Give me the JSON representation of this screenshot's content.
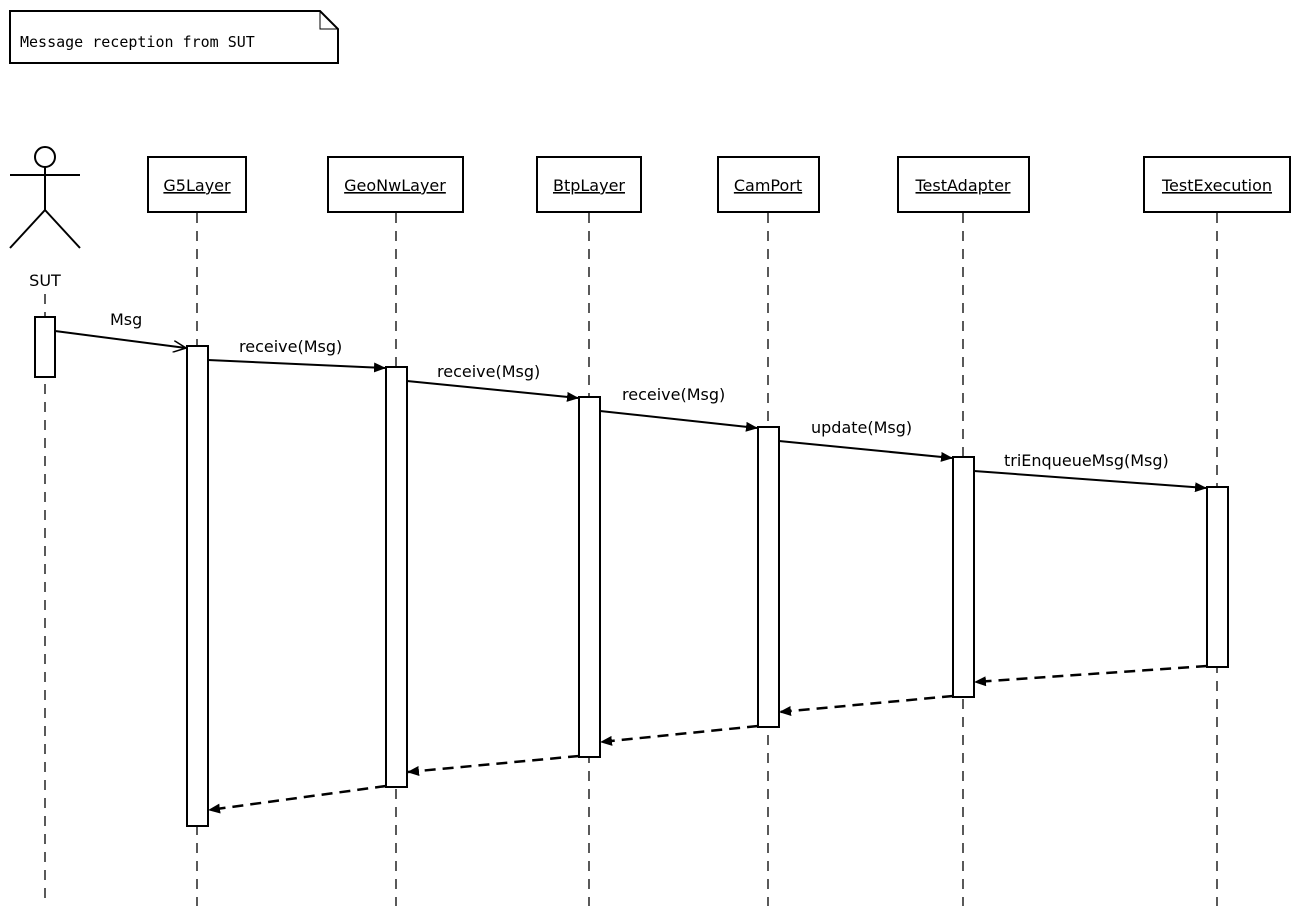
{
  "note": {
    "text": "Message reception from SUT"
  },
  "actor": {
    "name": "SUT"
  },
  "lifelines": [
    {
      "name": "G5Layer"
    },
    {
      "name": "GeoNwLayer"
    },
    {
      "name": "BtpLayer"
    },
    {
      "name": "CamPort"
    },
    {
      "name": "TestAdapter"
    },
    {
      "name": "TestExecution"
    }
  ],
  "messages": [
    {
      "label": "Msg"
    },
    {
      "label": "receive(Msg)"
    },
    {
      "label": "receive(Msg)"
    },
    {
      "label": "receive(Msg)"
    },
    {
      "label": "update(Msg)"
    },
    {
      "label": "triEnqueueMsg(Msg)"
    }
  ]
}
